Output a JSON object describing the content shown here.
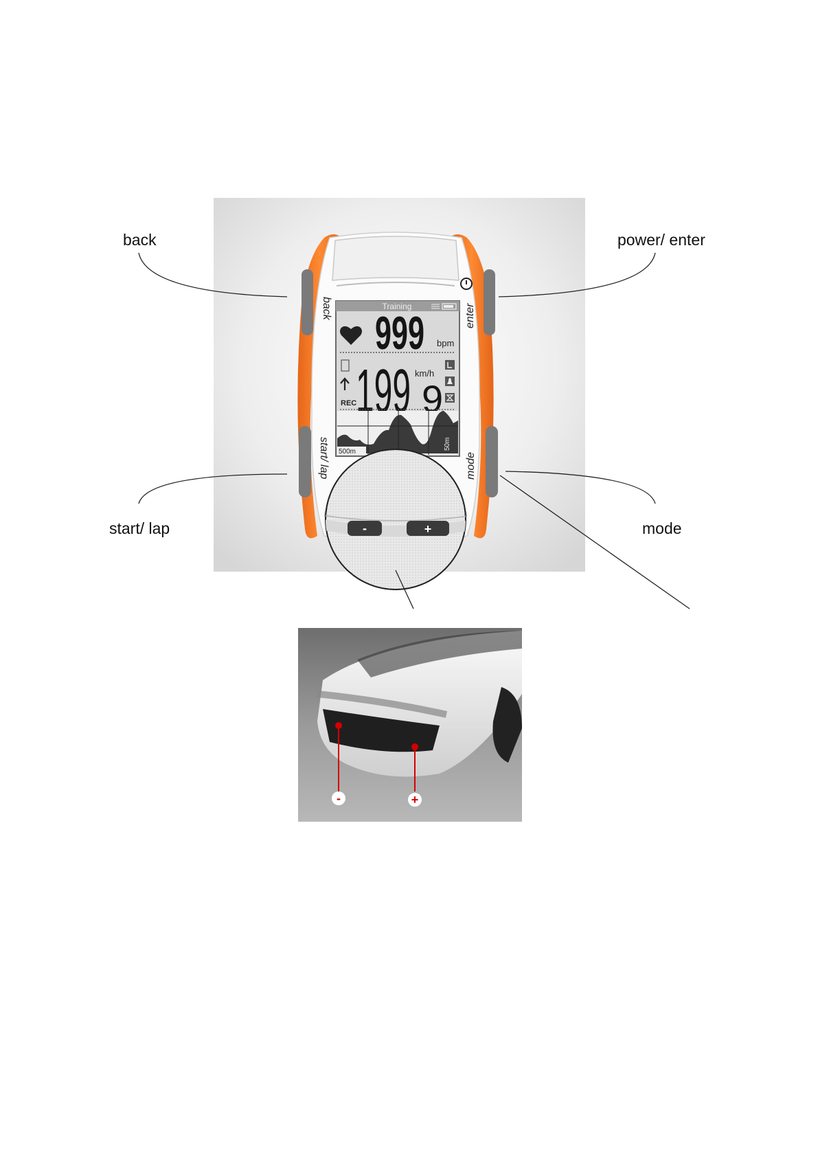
{
  "callouts": {
    "back": "back",
    "power_enter": "power/ enter",
    "start_lap": "start/ lap",
    "mode": "mode"
  },
  "device": {
    "side_labels": {
      "back": "back",
      "enter": "enter",
      "start_lap": "start/ lap",
      "mode": "mode"
    },
    "minus_button": "-",
    "plus_button": "+",
    "screen": {
      "title": "Training",
      "heart_rate": "999",
      "heart_rate_unit": "bpm",
      "speed_int": "199",
      "speed_dec": "9",
      "speed_unit": "km/h",
      "rec": "REC",
      "profile_distance": "500m",
      "profile_height": "50m"
    }
  },
  "detail": {
    "minus_marker": "-",
    "plus_marker": "+"
  },
  "colors": {
    "accent_orange": "#f07a22",
    "button_gray": "#7a7a7a",
    "lcd_bg": "#d9d9d9",
    "marker_red": "#d40000"
  }
}
